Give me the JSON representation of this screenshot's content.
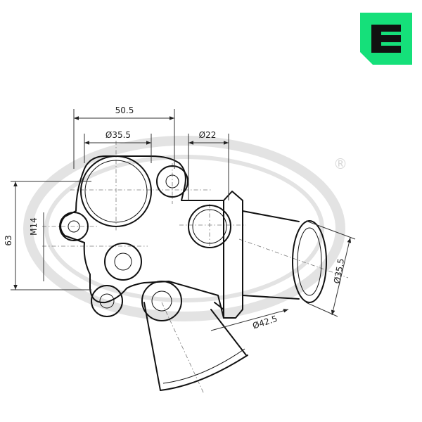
{
  "brand": {
    "logo_icon": "era-e-logo",
    "logo_color": "#15e07a",
    "watermark_icon": "era-oval-watermark",
    "registered_mark": "®"
  },
  "dimensions": {
    "width_overall": "50.5",
    "main_bore": "Ø35.5",
    "side_bore": "Ø22",
    "height_overall": "63",
    "bolt_thread": "M14",
    "outlet_bore": "Ø35.5",
    "lower_outlet": "Ø42.5"
  }
}
